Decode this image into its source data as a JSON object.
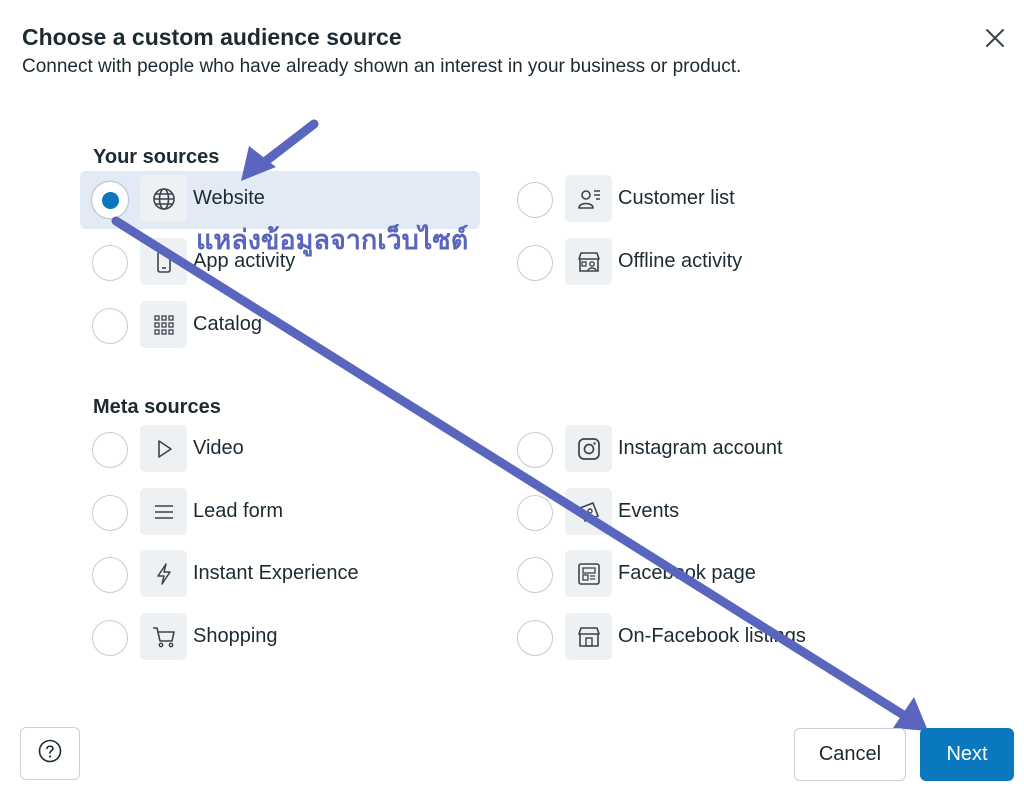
{
  "dialog": {
    "title": "Choose a custom audience source",
    "subtitle": "Connect with people who have already shown an interest in your business or product."
  },
  "your_sources": {
    "heading": "Your sources",
    "options": [
      {
        "label": "Website",
        "icon": "globe-icon",
        "selected": true
      },
      {
        "label": "Customer list",
        "icon": "person-list-icon",
        "selected": false
      },
      {
        "label": "App activity",
        "icon": "mobile-icon",
        "selected": false
      },
      {
        "label": "Offline activity",
        "icon": "store-person-icon",
        "selected": false
      },
      {
        "label": "Catalog",
        "icon": "grid-icon",
        "selected": false
      }
    ]
  },
  "meta_sources": {
    "heading": "Meta sources",
    "options": [
      {
        "label": "Video",
        "icon": "play-icon",
        "selected": false
      },
      {
        "label": "Instagram account",
        "icon": "instagram-icon",
        "selected": false
      },
      {
        "label": "Lead form",
        "icon": "list-lines-icon",
        "selected": false
      },
      {
        "label": "Events",
        "icon": "ticket-icon",
        "selected": false
      },
      {
        "label": "Instant Experience",
        "icon": "lightning-icon",
        "selected": false
      },
      {
        "label": "Facebook page",
        "icon": "page-icon",
        "selected": false
      },
      {
        "label": "Shopping",
        "icon": "cart-icon",
        "selected": false
      },
      {
        "label": "On-Facebook listings",
        "icon": "storefront-icon",
        "selected": false
      }
    ]
  },
  "footer": {
    "help_icon": "question-circle-icon",
    "cancel_label": "Cancel",
    "next_label": "Next"
  },
  "annotation": {
    "text": "แหล่งข้อมูลจากเว็บไซต์",
    "color": "#5a65bd"
  },
  "colors": {
    "accent": "#0a78be",
    "selected_bg": "#e2ebf5",
    "text": "#1c2b33"
  }
}
